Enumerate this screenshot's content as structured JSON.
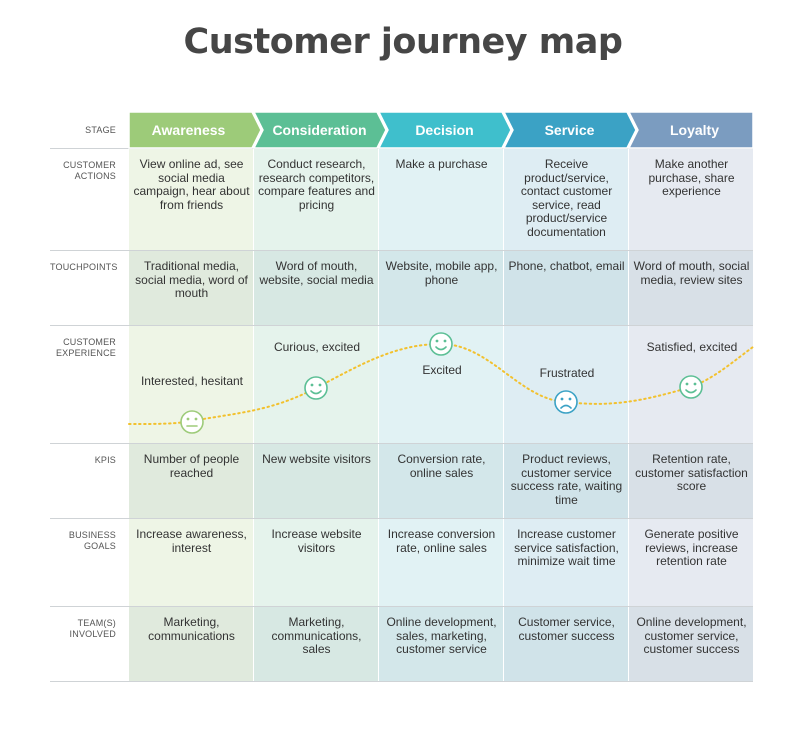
{
  "title": "Customer journey map",
  "stage_label": "STAGE",
  "stages": [
    {
      "name": "Awareness",
      "header_color": "#9dcb79",
      "band_color": "#eef5e6"
    },
    {
      "name": "Consideration",
      "header_color": "#5cbf95",
      "band_color": "#e5f3ec"
    },
    {
      "name": "Decision",
      "header_color": "#3fbfcc",
      "band_color": "#e1f2f4"
    },
    {
      "name": "Service",
      "header_color": "#3ba2c5",
      "band_color": "#deedf3"
    },
    {
      "name": "Loyalty",
      "header_color": "#7b9cc0",
      "band_color": "#e6eaf1"
    }
  ],
  "rows": [
    {
      "label": "CUSTOMER ACTIONS",
      "cells": [
        "View online ad, see social media campaign, hear about from friends",
        "Conduct research, research competitors, compare features and pricing",
        "Make a purchase",
        "Receive product/service, contact customer service, read product/service documentation",
        "Make another purchase, share experience"
      ]
    },
    {
      "label": "TOUCHPOINTS",
      "cells": [
        "Traditional media, social media, word of mouth",
        "Word of mouth, website, social media",
        "Website, mobile app, phone",
        "Phone, chatbot, email",
        "Word of mouth, social media, review sites"
      ]
    },
    {
      "label": "CUSTOMER EXPERIENCE",
      "emotions": [
        {
          "label": "Interested, hesitant",
          "face": "neutral-face-icon"
        },
        {
          "label": "Curious, excited",
          "face": "smile-face-icon"
        },
        {
          "label": "Excited",
          "face": "smile-face-icon"
        },
        {
          "label": "Frustrated",
          "face": "frown-face-icon"
        },
        {
          "label": "Satisfied, excited",
          "face": "smile-face-icon"
        }
      ]
    },
    {
      "label": "KPIS",
      "cells": [
        "Number of people reached",
        "New website visitors",
        "Conversion rate, online sales",
        "Product reviews, customer service success rate, waiting time",
        "Retention rate, customer satisfaction score"
      ]
    },
    {
      "label": "BUSINESS GOALS",
      "cells": [
        "Increase awareness, interest",
        "Increase website visitors",
        "Increase conversion rate, online sales",
        "Increase customer service satisfaction, minimize wait time",
        "Generate positive reviews, increase retention rate"
      ]
    },
    {
      "label": "TEAM(S) INVOLVED",
      "cells": [
        "Marketing, communications",
        "Marketing, communications, sales",
        "Online development, sales, marketing, customer service",
        "Customer service, customer success",
        "Online development, customer service, customer success"
      ]
    }
  ],
  "colors": {
    "curve": "#f2c12e",
    "face_fill": "#ffffff",
    "face_neutral": "#9dcb79",
    "face_smile": "#5cbf95",
    "face_frown": "#3ba2c5"
  }
}
